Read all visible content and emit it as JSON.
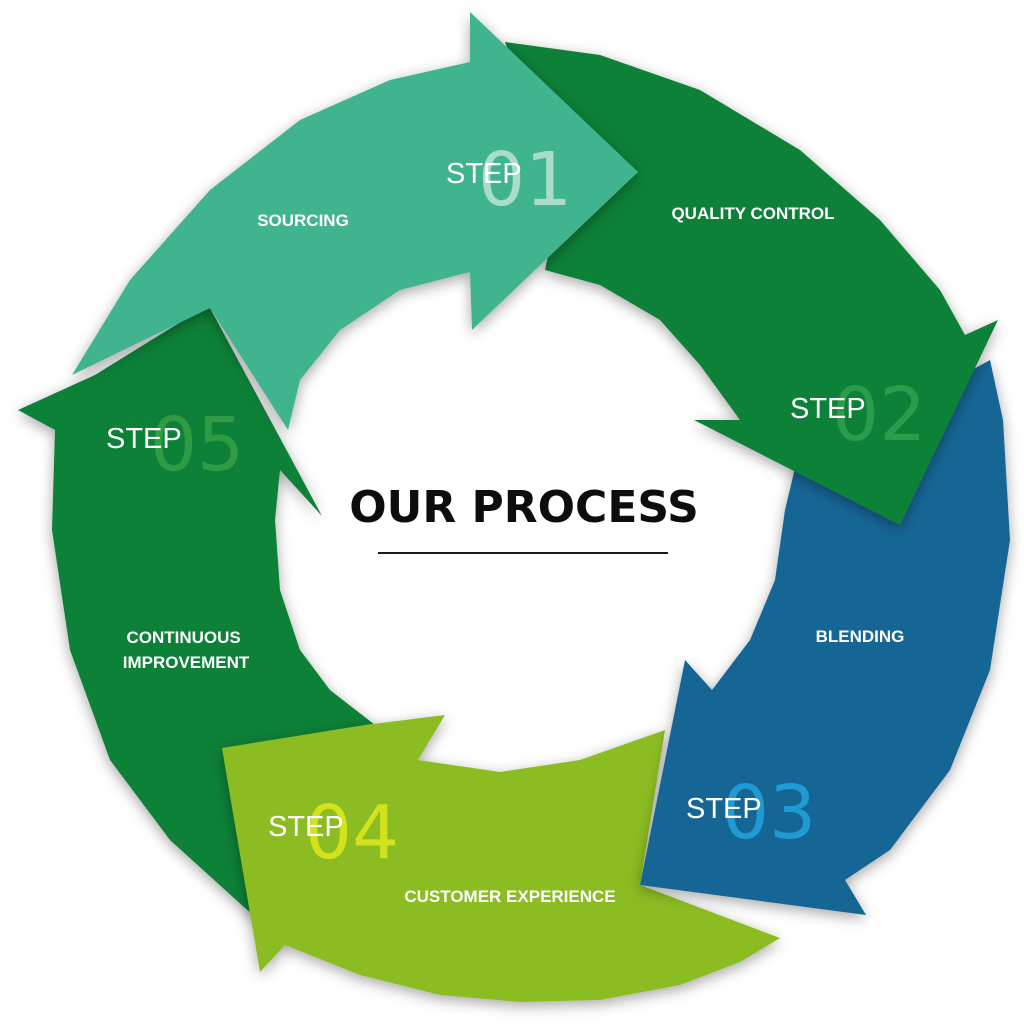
{
  "center": {
    "title": "OUR PROCESS"
  },
  "steps": [
    {
      "word": "STEP",
      "number": "01",
      "label": "SOURCING",
      "color": "#3fb48f",
      "number_color": "#a9dcc9"
    },
    {
      "word": "STEP",
      "number": "02",
      "label": "QUALITY CONTROL",
      "color": "#108137",
      "number_color": "#2c9b4a"
    },
    {
      "word": "STEP",
      "number": "03",
      "label": "BLENDING",
      "color": "#156695",
      "number_color": "#1e9bd2"
    },
    {
      "word": "STEP",
      "number": "04",
      "label": "CUSTOMER EXPERIENCE",
      "color": "#8bbc24",
      "number_color": "#d2e21c"
    },
    {
      "word": "STEP",
      "number": "05",
      "label": "CONTINUOUS\nIMPROVEMENT",
      "color": "#108137",
      "number_color": "#2f9c45"
    }
  ]
}
